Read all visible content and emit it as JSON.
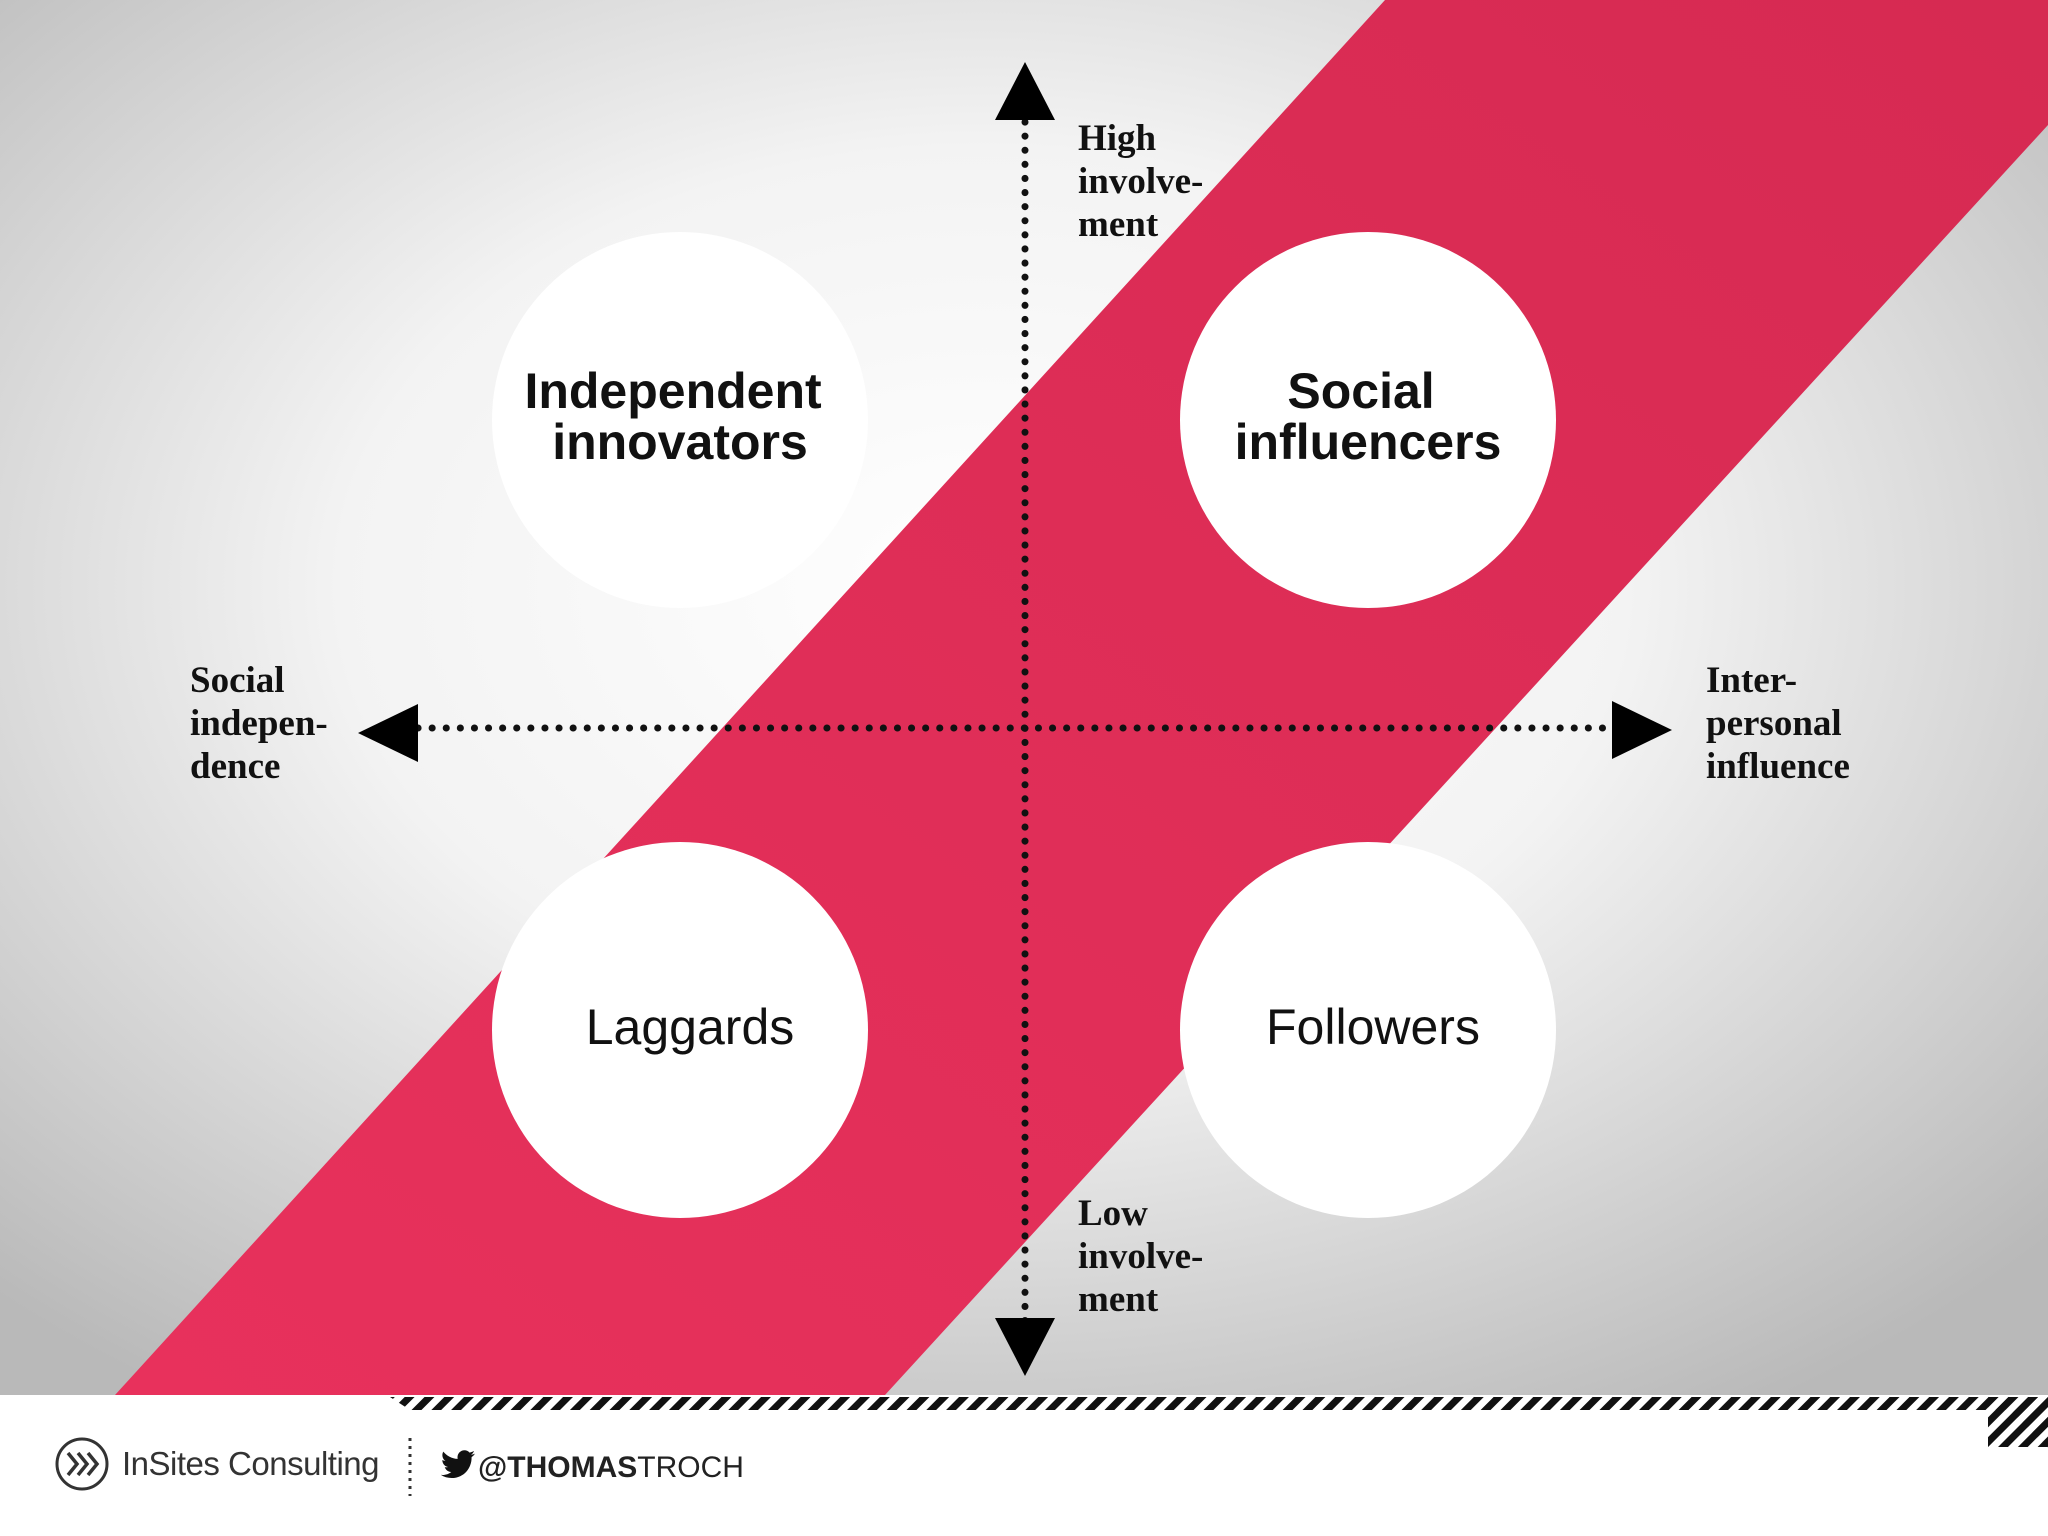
{
  "diagram": {
    "quadrants": {
      "top_left": {
        "lines": [
          "Independent",
          "innovators"
        ]
      },
      "top_right": {
        "lines": [
          "Social",
          "influencers"
        ]
      },
      "bottom_left": {
        "lines": [
          "Laggards"
        ]
      },
      "bottom_right": {
        "lines": [
          "Followers"
        ]
      }
    },
    "axes": {
      "top": [
        "High",
        "involve-",
        "ment"
      ],
      "bottom": [
        "Low",
        "involve-",
        "ment"
      ],
      "left": [
        "Social",
        "indepen-",
        "dence"
      ],
      "right": [
        "Inter-",
        "personal",
        "influence"
      ]
    }
  },
  "footer": {
    "brand": "InSites Consulting",
    "handle_prefix": "@THOMAS",
    "handle_suffix": "TROCH",
    "brand_logo_icon": "forward-chevrons-icon",
    "social_icon": "twitter-bird-icon"
  },
  "colors": {
    "band": "#e8315c",
    "background_center": "#ffffff",
    "background_edge": "#bdbdbd",
    "text": "#111111"
  }
}
